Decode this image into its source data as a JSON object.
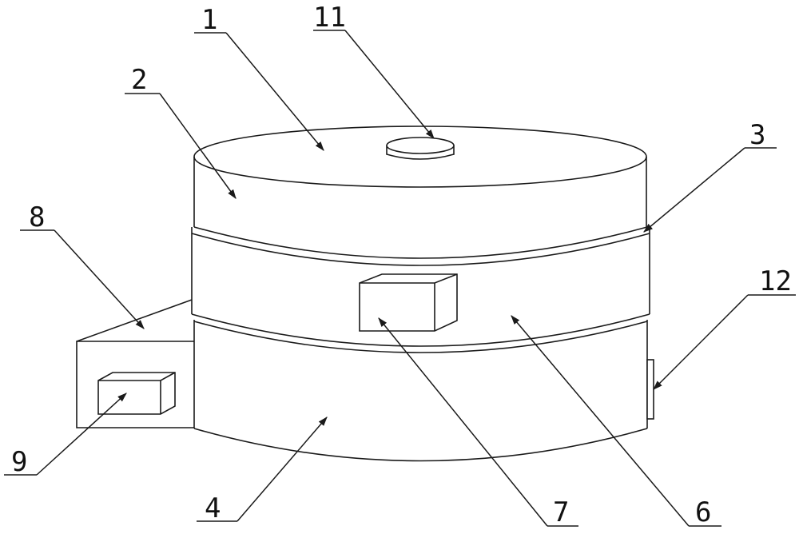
{
  "colors": {
    "line": "#1a1a1a",
    "background": "#ffffff"
  },
  "labels": [
    {
      "id": "1",
      "text": "1"
    },
    {
      "id": "2",
      "text": "2"
    },
    {
      "id": "3",
      "text": "3"
    },
    {
      "id": "4",
      "text": "4"
    },
    {
      "id": "6",
      "text": "6"
    },
    {
      "id": "7",
      "text": "7"
    },
    {
      "id": "8",
      "text": "8"
    },
    {
      "id": "9",
      "text": "9"
    },
    {
      "id": "11",
      "text": "11"
    },
    {
      "id": "12",
      "text": "12"
    }
  ]
}
